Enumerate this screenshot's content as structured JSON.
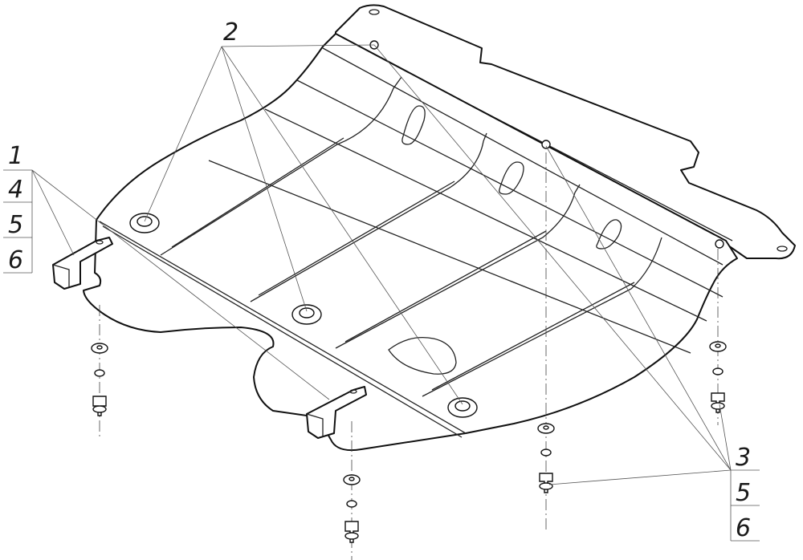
{
  "callouts": {
    "left_stack": [
      "1",
      "4",
      "5",
      "6"
    ],
    "top": "2",
    "right_stack": [
      "3",
      "5",
      "6"
    ]
  }
}
